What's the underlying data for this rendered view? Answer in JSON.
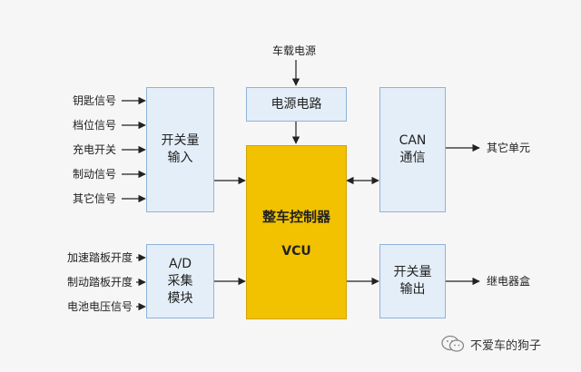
{
  "diagram": {
    "source_label": "车载电源",
    "power_block": "电源电路",
    "switch_input_block": [
      "开关量",
      "输入"
    ],
    "ad_block": [
      "A/D",
      "采集",
      "模块"
    ],
    "vcu_block": {
      "title": "整车控制器",
      "subtitle": "VCU"
    },
    "can_block": [
      "CAN",
      "通信"
    ],
    "switch_output_block": [
      "开关量",
      "输出"
    ],
    "switch_inputs": [
      "钥匙信号",
      "档位信号",
      "充电开关",
      "制动信号",
      "其它信号"
    ],
    "analog_inputs": [
      "加速踏板开度",
      "制动踏板开度",
      "电池电压信号"
    ],
    "can_output": "其它单元",
    "switch_output": "继电器盒"
  },
  "watermark": {
    "text": "不爱车的狗子"
  },
  "colors": {
    "block_fill": "#e4eef8",
    "block_border": "#8fb3d9",
    "vcu_fill": "#f2c200",
    "line": "#222222",
    "background": "#f6f6f6"
  }
}
